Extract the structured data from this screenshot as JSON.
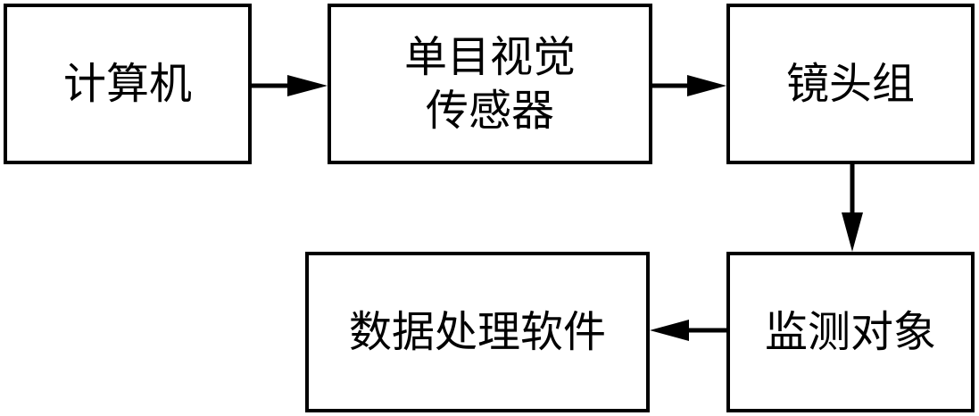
{
  "nodes": {
    "computer": {
      "label": "计算机"
    },
    "sensor": {
      "label_line1": "单目视觉",
      "label_line2": "传感器"
    },
    "lens": {
      "label": "镜头组"
    },
    "target": {
      "label": "监测对象"
    },
    "software": {
      "label": "数据处理软件"
    }
  },
  "edges": [
    {
      "from": "计算机",
      "to": "单目视觉传感器"
    },
    {
      "from": "单目视觉传感器",
      "to": "镜头组"
    },
    {
      "from": "镜头组",
      "to": "监测对象"
    },
    {
      "from": "监测对象",
      "to": "数据处理软件"
    }
  ],
  "colors": {
    "stroke": "#000000",
    "fill": "#ffffff"
  }
}
